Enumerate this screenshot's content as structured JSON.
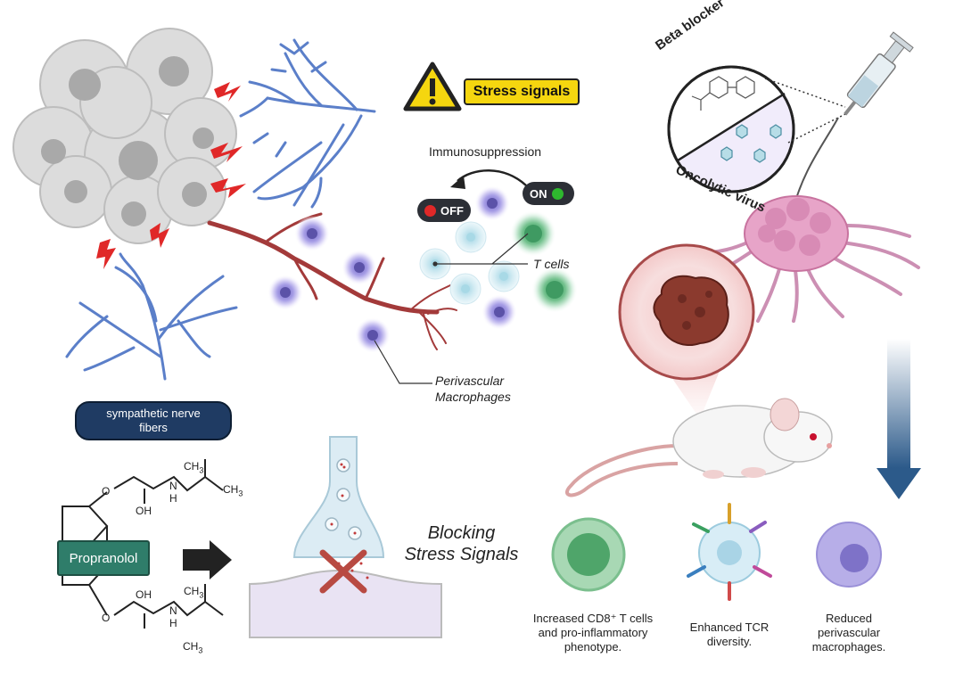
{
  "labels": {
    "stress_signals": "Stress signals",
    "immunosuppression": "Immunosuppression",
    "toggle_off": "OFF",
    "toggle_on": "ON",
    "t_cells": "T cells",
    "perivascular_macrophages_line1": "Perivascular",
    "perivascular_macrophages_line2": "Macrophages",
    "sympathetic_line1": "sympathetic nerve",
    "sympathetic_line2": "fibers",
    "beta_blocker": "Beta blocker",
    "oncolytic_virus": "Oncolytic virus",
    "blocking_line1": "Blocking",
    "blocking_line2": "Stress Signals",
    "propranolol": "Propranolol"
  },
  "chem": {
    "ch3_top": "CH",
    "ch3_sub": "3",
    "oh": "OH",
    "n": "N",
    "h": "H",
    "o": "O"
  },
  "outcomes": [
    {
      "line1": "Increased CD8⁺ T cells",
      "line2": "and pro-inflammatory",
      "line3": "phenotype."
    },
    {
      "line1": "Enhanced TCR",
      "line2": "diversity."
    },
    {
      "line1": "Reduced",
      "line2": "perivascular",
      "line3": "macrophages."
    }
  ],
  "colors": {
    "nerve_blue": "#5b7fc9",
    "vessel_red": "#a33a3a",
    "macrophage_purple": "#8a7fd6",
    "tcell_green": "#3f9a62",
    "tcell_light": "#bfe3ee",
    "dark_navy": "#1f3b63",
    "propranolol_green": "#2f7d6a",
    "warning_yellow": "#f5d60f",
    "arrow_blue": "#2c5a8a"
  }
}
